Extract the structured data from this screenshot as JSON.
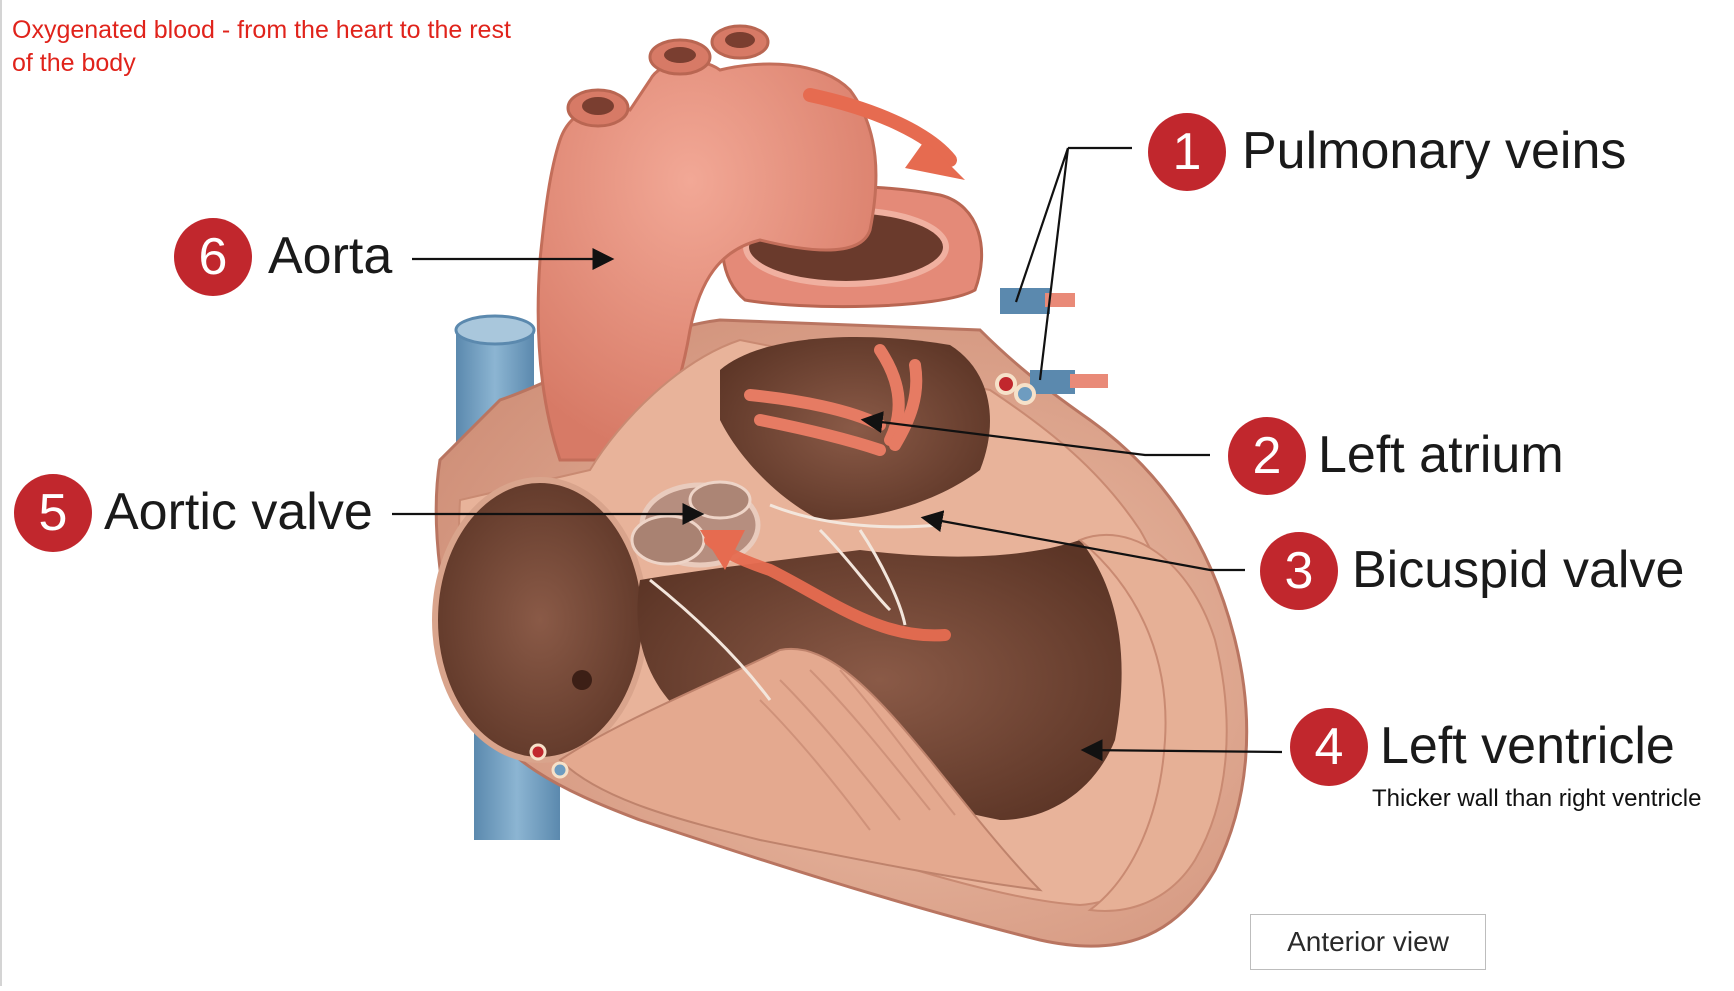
{
  "header": {
    "line1": "Oxygenated blood - from the heart to the rest",
    "line2": "of the body"
  },
  "labels": [
    {
      "number": "1",
      "text": "Pulmonary veins"
    },
    {
      "number": "2",
      "text": "Left atrium"
    },
    {
      "number": "3",
      "text": "Bicuspid valve"
    },
    {
      "number": "4",
      "text": "Left ventricle",
      "note": "Thicker wall than right ventricle"
    },
    {
      "number": "5",
      "text": "Aortic valve"
    },
    {
      "number": "6",
      "text": "Aorta"
    }
  ],
  "view_label": "Anterior view",
  "colors": {
    "badge": "#c1272d",
    "header_text": "#e0231b",
    "aorta": "#e48a78",
    "myocardium": "#e2aa90",
    "vena_cava": "#6e9cc0",
    "flow_arrow": "#e66b50"
  }
}
